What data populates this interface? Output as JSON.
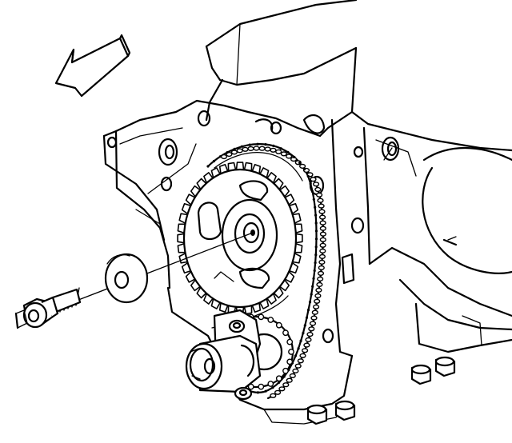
{
  "figure": {
    "colors": {
      "line": "#000000",
      "background": "#ffffff"
    },
    "parts": [
      {
        "id": "direction-arrow",
        "icon": "arrow-left-icon"
      },
      {
        "id": "engine-block"
      },
      {
        "id": "camshaft-sprocket"
      },
      {
        "id": "timing-chain"
      },
      {
        "id": "crankshaft-sprocket"
      },
      {
        "id": "washer"
      },
      {
        "id": "sprocket-bolt"
      },
      {
        "id": "chain-tensioner"
      },
      {
        "id": "oil-pan-bolts"
      }
    ]
  }
}
